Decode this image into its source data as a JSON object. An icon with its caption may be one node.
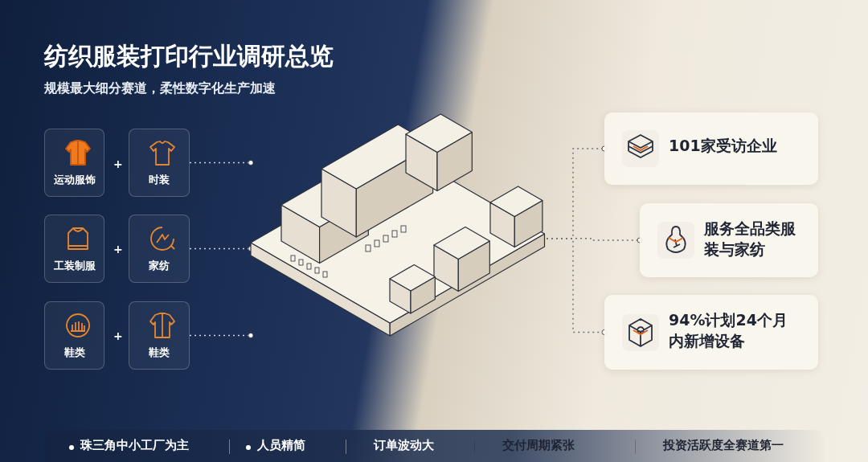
{
  "diagram": {
    "title": "纺织服装打印行业调研总览",
    "nodes": [
      {
        "text": [
          "运动服饰"
        ]
      },
      {
        "text": [
          "时装"
        ]
      },
      {
        "text": [
          "工装制服"
        ]
      },
      {
        "text": [
          "家纺"
        ]
      },
      {
        "text": [
          "鞋类"
        ]
      },
      {
        "text": [
          "鞋类"
        ]
      },
      {
        "text": [],
        "shape": "picture"
      },
      {
        "text": [
          "**101**家受访企业"
        ]
      },
      {
        "text": [
          "服务全品类服装与家纺"
        ]
      },
      {
        "text": [
          "**94%**计划**24**个月内新增设备"
        ]
      }
    ],
    "edges": [
      {
        "from": 1,
        "to": 6,
        "arrow": "other",
        "style": "dashed"
      },
      {
        "from": 3,
        "to": 6,
        "arrow": "other",
        "style": "dashed"
      },
      {
        "from": 5,
        "to": 6,
        "arrow": "other",
        "style": "dashed"
      },
      {
        "from": 6,
        "to": 7,
        "arrow": "other",
        "style": "dashed",
        "color": "#6b6f78"
      },
      {
        "from": 6,
        "to": 8,
        "arrow": "other",
        "style": "dashed",
        "color": "#6b6f78"
      },
      {
        "from": 6,
        "to": 9,
        "arrow": "other",
        "style": "dashed",
        "color": "#6b6f78"
      }
    ],
    "labels": [
      "规模最大细分赛道，柔性数字化生产加速",
      "+",
      "+",
      "+",
      "珠三角中小工厂为主",
      "人员精简",
      "订单波动大",
      "交付周期紧张",
      "投资活跃度全赛道第一"
    ]
  }
}
